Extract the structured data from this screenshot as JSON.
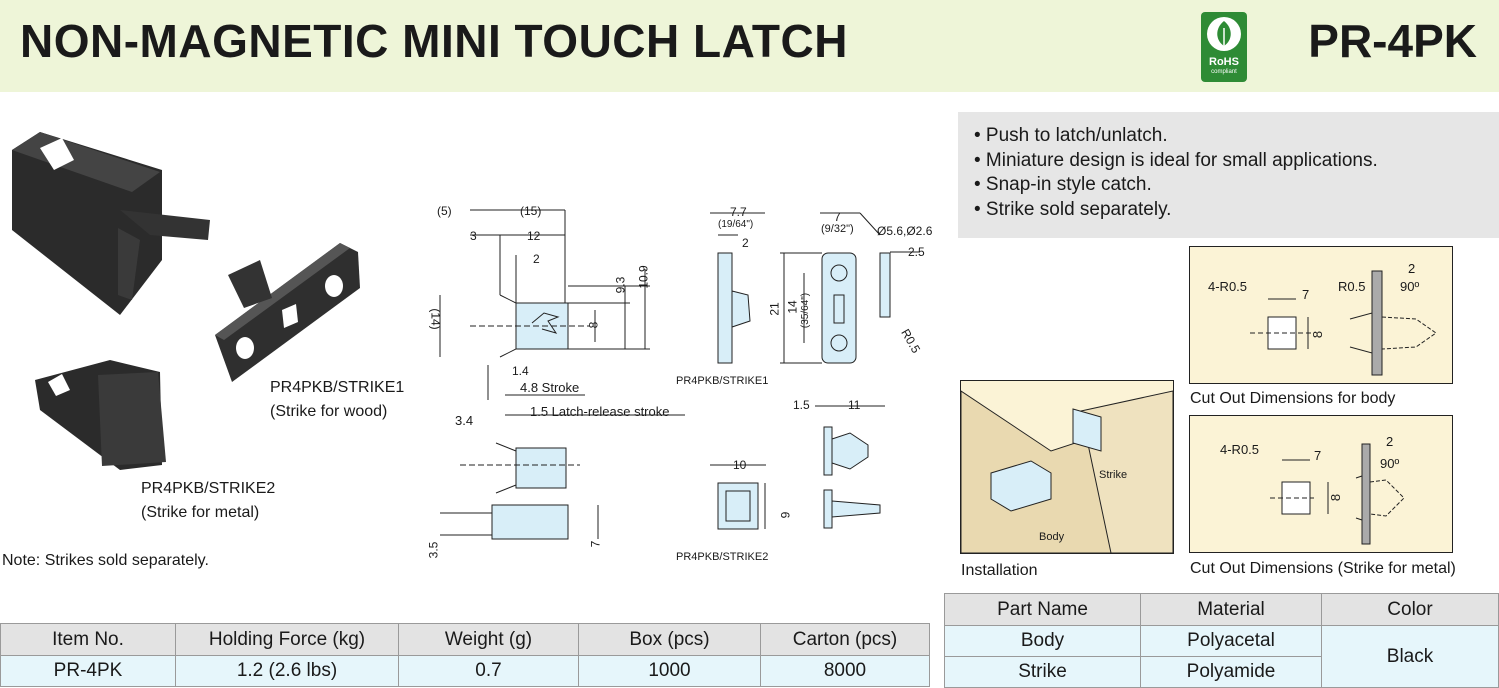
{
  "header": {
    "title": "NON-MAGNETIC MINI TOUCH LATCH",
    "code": "PR-4PK",
    "rohs_text": "RoHS",
    "rohs_sub": "compliant"
  },
  "features": [
    "• Push to latch/unlatch.",
    "• Miniature design is ideal for small applications.",
    "• Snap-in style catch.",
    "• Strike sold separately."
  ],
  "photo_labels": {
    "strike1": "PR4PKB/STRIKE1",
    "strike1_desc": "(Strike for wood)",
    "strike2": "PR4PKB/STRIKE2",
    "strike2_desc": "(Strike for metal)",
    "note": "Note: Strikes sold separately."
  },
  "drawing_labels": {
    "d5": "(5)",
    "d15": "(15)",
    "d3": "3",
    "d12": "12",
    "d2": "2",
    "d93": "9.3",
    "d109": "10.9",
    "d14": "(14)",
    "d8": "8",
    "d14b": "1.4",
    "stroke": "4.8 Stroke",
    "d34": "3.4",
    "release": "1.5 Latch-release stroke",
    "d35": "3.5",
    "d7": "7",
    "s77": "7.7",
    "s1964": "(19/64\")",
    "s2": "2",
    "s21": "21",
    "s14": "14",
    "s3564": "(35/64\")",
    "s7": "7",
    "s932": "(9/32\")",
    "sdia": "Ø5.6,Ø2.6",
    "s25": "2.5",
    "sr05": "R0.5",
    "strike1_caption": "PR4PKB/STRIKE1",
    "m15": "1.5",
    "m11": "11",
    "m10": "10",
    "m9": "9",
    "strike2_caption": "PR4PKB/STRIKE2"
  },
  "cutout_body": {
    "r": "4-R0.5",
    "w": "7",
    "h": "8",
    "r2": "R0.5",
    "d2": "2",
    "angle": "90º",
    "caption": "Cut Out Dimensions for body"
  },
  "cutout_strike": {
    "r": "4-R0.5",
    "w": "7",
    "h": "8",
    "d2": "2",
    "angle": "90º",
    "caption": "Cut Out Dimensions (Strike for metal)"
  },
  "installation": {
    "strike": "Strike",
    "body": "Body",
    "caption": "Installation"
  },
  "spec_table": {
    "headers": [
      "Item No.",
      "Holding Force (kg)",
      "Weight (g)",
      "Box (pcs)",
      "Carton (pcs)"
    ],
    "row": [
      "PR-4PK",
      "1.2 (2.6 lbs)",
      "0.7",
      "1000",
      "8000"
    ]
  },
  "material_table": {
    "headers": [
      "Part Name",
      "Material",
      "Color"
    ],
    "rows": [
      [
        "Body",
        "Polyacetal"
      ],
      [
        "Strike",
        "Polyamide"
      ]
    ],
    "color": "Black"
  },
  "colors": {
    "header_bg": "#eef5d8",
    "feature_bg": "#e6e6e6",
    "drawing_fill": "#d8eef8",
    "cutout_bg": "#fbf3d6",
    "table_header": "#e3e3e3",
    "table_cell": "#e6f6fb",
    "rohs_green": "#2e8b35"
  }
}
